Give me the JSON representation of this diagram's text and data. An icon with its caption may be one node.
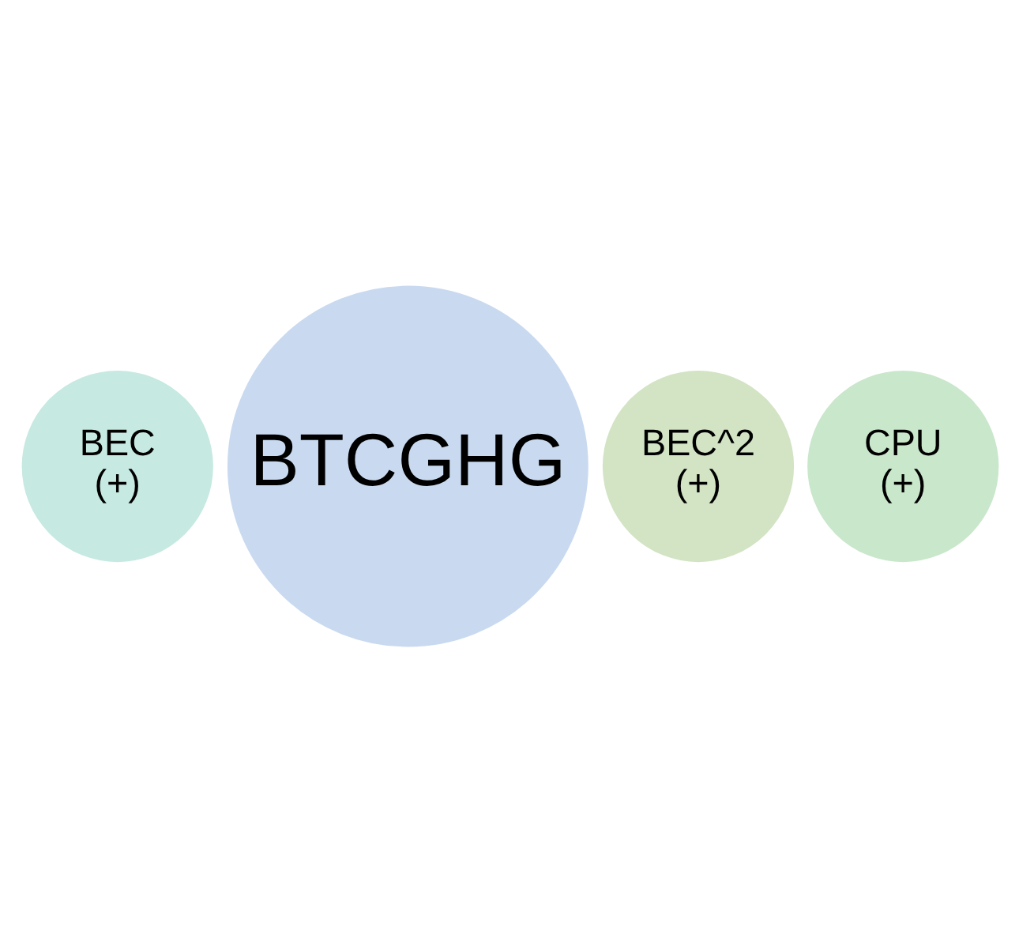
{
  "diagram": {
    "nodes": [
      {
        "text": [
          "BEC",
          "(+)"
        ]
      },
      {
        "text": [
          "BTCGHG"
        ]
      },
      {
        "text": [
          "BEC^2",
          "(+)"
        ]
      },
      {
        "text": [
          "CPU",
          "(+)"
        ]
      }
    ]
  }
}
